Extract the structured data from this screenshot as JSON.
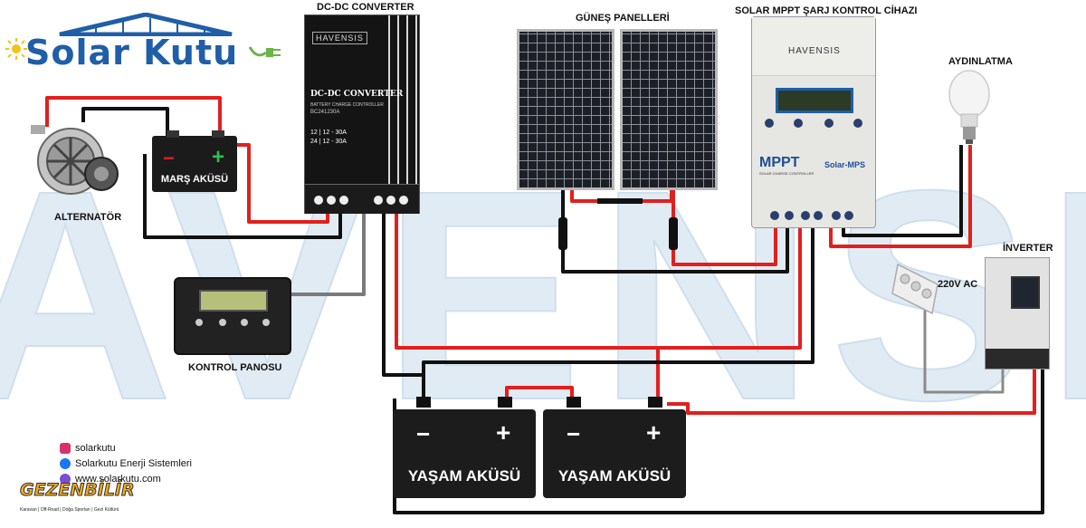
{
  "logo": {
    "name": "Solar Kutu"
  },
  "watermark": {
    "text": "HAVENSIS"
  },
  "labels": {
    "dcdc": "DC-DC CONVERTER",
    "panels": "GÜNEŞ PANELLERİ",
    "mppt": "SOLAR MPPT ŞARJ KONTROL CİHAZI",
    "lighting": "AYDINLATMA",
    "inverter": "İNVERTER",
    "ac": "220V AC",
    "alternator": "ALTERNATÖR",
    "control_panel": "KONTROL PANOSU",
    "starter_battery": "MARŞ AKÜSÜ",
    "house_battery_1": "YAŞAM AKÜSÜ",
    "house_battery_2": "YAŞAM AKÜSÜ"
  },
  "dcdc_device": {
    "brand": "HAVENSIS",
    "title": "DC-DC CONVERTER",
    "subtitle": "BATTERY CHARGE CONTROLLER",
    "model": "BC241230A",
    "spec1": "12 | 12 - 30A",
    "spec2": "24 | 12 - 30A"
  },
  "mppt_device": {
    "brand": "HAVENSIS",
    "title": "MPPT",
    "subtitle": "SOLAR CHARGE CONTROLLER",
    "model": "Solar-MPS"
  },
  "battery_signs": {
    "minus": "−",
    "plus": "+"
  },
  "social": {
    "instagram": "solarkutu",
    "facebook": "Solarkutu Enerji Sistemleri",
    "website": "www.solarkutu.com"
  },
  "brand2": {
    "name": "GEZENBİLİR",
    "tags": "Karavan | Off-Road | Doğa Sporları | Gezi Kültürü"
  },
  "colors": {
    "red_wire": "#e0201e",
    "black_wire": "#111111",
    "gray_wire": "#7a7a7a",
    "logo_blue": "#1f5ea8",
    "watermark": "#b9d3e6"
  }
}
